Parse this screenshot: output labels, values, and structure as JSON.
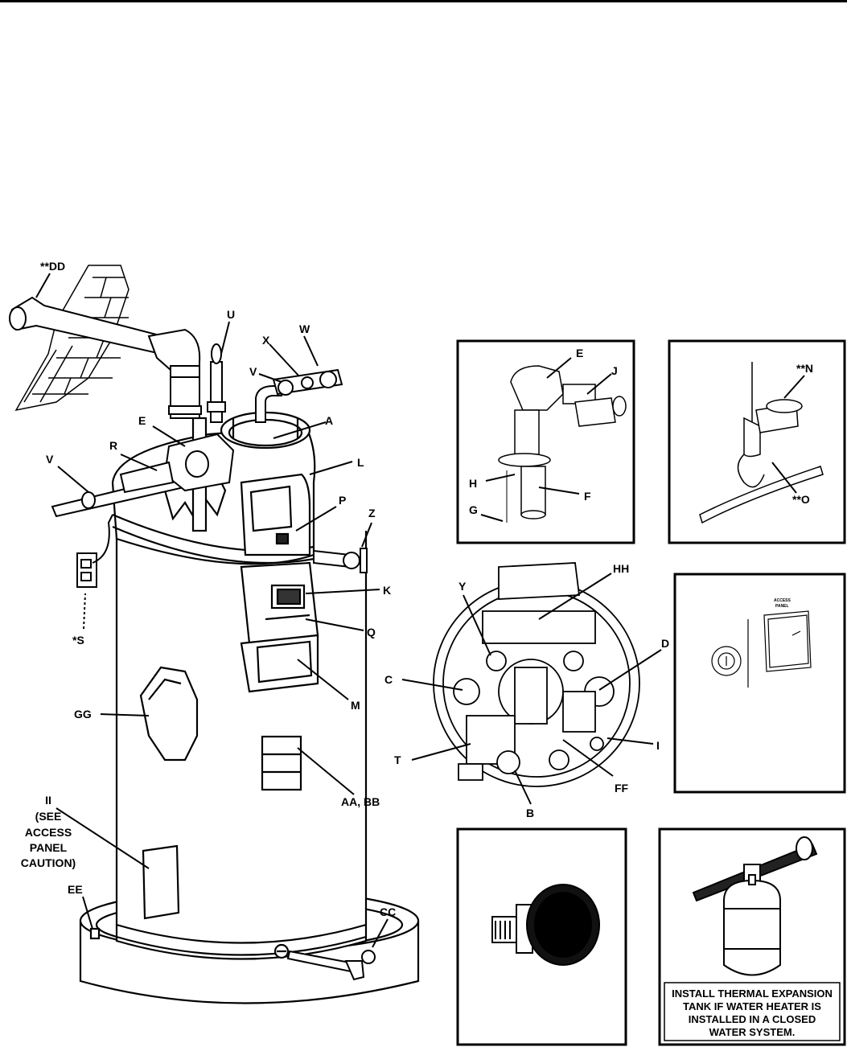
{
  "labels": {
    "DD": "**DD",
    "U": "U",
    "W": "W",
    "X": "X",
    "V_top": "V",
    "E_main": "E",
    "A": "A",
    "R": "R",
    "L": "L",
    "V_left": "V",
    "P": "P",
    "Z": "Z",
    "K": "K",
    "S": "*S",
    "Q": "Q",
    "M": "M",
    "GG": "GG",
    "AA_BB": "AA, BB",
    "II_line1": "II",
    "II_line2": "(SEE",
    "II_line3": "ACCESS",
    "II_line4": "PANEL",
    "II_line5": "CAUTION)",
    "EE": "EE",
    "CC": "CC",
    "E_inset": "E",
    "J": "J",
    "H": "H",
    "F": "F",
    "G": "G",
    "N": "**N",
    "O": "**O",
    "Y": "Y",
    "HH": "HH",
    "D": "D",
    "C": "C",
    "I": "I",
    "T": "T",
    "FF": "FF",
    "B": "B"
  },
  "access_panel_text": {
    "line1": "ACCESS",
    "line2": "PANEL"
  },
  "expansion_tank_note": {
    "line1": "INSTALL THERMAL EXPANSION",
    "line2": "TANK IF WATER HEATER IS",
    "line3": "INSTALLED IN A CLOSED",
    "line4": "WATER SYSTEM."
  }
}
